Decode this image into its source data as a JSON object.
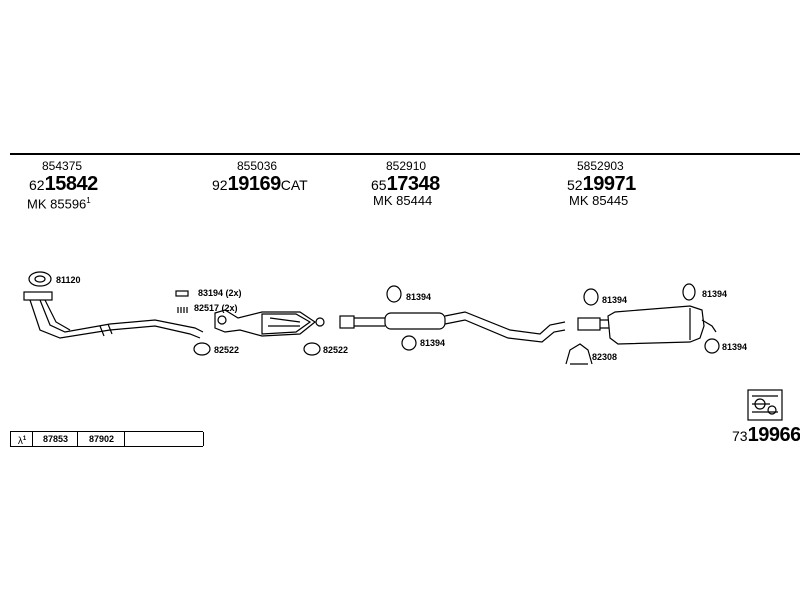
{
  "columns": [
    {
      "ref": "854375",
      "prefix": "62",
      "number": "15842",
      "suffix": "",
      "mk_prefix": "MK",
      "mk_number": "85596",
      "mk_sup": "1"
    },
    {
      "ref": "855036",
      "prefix": "92",
      "number": "19169",
      "suffix": "CAT",
      "mk_prefix": "",
      "mk_number": "",
      "mk_sup": ""
    },
    {
      "ref": "852910",
      "prefix": "65",
      "number": "17348",
      "suffix": "",
      "mk_prefix": "MK",
      "mk_number": "85444",
      "mk_sup": ""
    },
    {
      "ref": "5852903",
      "prefix": "52",
      "number": "19971",
      "suffix": "",
      "mk_prefix": "MK",
      "mk_number": "85445",
      "mk_sup": ""
    }
  ],
  "labels": {
    "p81120": "81120",
    "p83194": "83194 (2x)",
    "p82517": "82517 (2x)",
    "p82522a": "82522",
    "p82522b": "82522",
    "p81394a": "81394",
    "p81394b": "81394",
    "p81394c": "81394",
    "p81394d": "81394",
    "p81394e": "81394",
    "p82308": "82308"
  },
  "table": {
    "symbol": "λ",
    "sup": "1",
    "cells": [
      "87853",
      "87902",
      ""
    ]
  },
  "footer": {
    "prefix": "73",
    "number": "19966"
  },
  "icons": [
    "lambda-sensor-icon",
    "parts-box-icon",
    "rubber-mount-icon",
    "gasket-icon",
    "clamp-icon"
  ]
}
